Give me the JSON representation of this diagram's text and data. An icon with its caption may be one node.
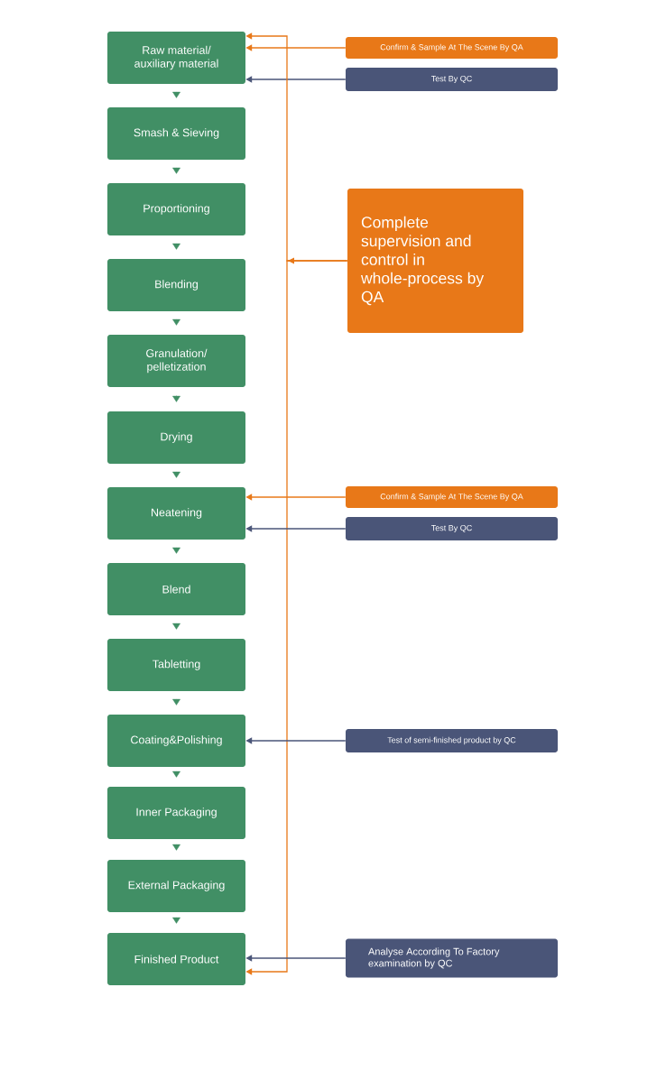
{
  "diagram": {
    "nodes": [
      {
        "text": [
          "Raw material/ auxiliary material"
        ]
      },
      {
        "text": [
          "Smash & Sieving"
        ]
      },
      {
        "text": [
          "Proportioning"
        ]
      },
      {
        "text": [
          "Blending"
        ]
      },
      {
        "text": [
          "Granulation/ pelletization"
        ]
      },
      {
        "text": [
          "Drying"
        ]
      },
      {
        "text": [
          "Neatening"
        ]
      },
      {
        "text": [
          "Blend"
        ]
      },
      {
        "text": [
          "Tabletting"
        ]
      },
      {
        "text": [
          "Coating&Polishing"
        ]
      },
      {
        "text": [
          "Inner Packaging"
        ]
      },
      {
        "text": [
          "External Packaging"
        ]
      },
      {
        "text": [
          "Finished Product"
        ]
      },
      {
        "text": [
          "Confirm & Sample At The Scene By QA"
        ]
      },
      {
        "text": [
          "Test By QC"
        ]
      },
      {
        "text": [
          "Complete supervision and control in whole-process by QA"
        ]
      },
      {
        "text": [
          "Confirm & Sample At The Scene By QA"
        ]
      },
      {
        "text": [
          "Test By QC"
        ]
      },
      {
        "text": [
          "Test of semi-finished product by QC"
        ]
      },
      {
        "text": [
          "Analyse According To Factory examination by QC"
        ]
      }
    ],
    "edges": [
      {
        "from": 0,
        "to": 1,
        "arrow": "to",
        "color": "#418f65"
      },
      {
        "from": 1,
        "to": 2,
        "arrow": "to",
        "color": "#418f65"
      },
      {
        "from": 2,
        "to": 3,
        "arrow": "to",
        "color": "#418f65"
      },
      {
        "from": 3,
        "to": 4,
        "arrow": "to",
        "color": "#418f65"
      },
      {
        "from": 4,
        "to": 5,
        "arrow": "to",
        "color": "#418f65"
      },
      {
        "from": 5,
        "to": 6,
        "arrow": "to",
        "color": "#418f65"
      },
      {
        "from": 6,
        "to": 7,
        "arrow": "to",
        "color": "#418f65"
      },
      {
        "from": 7,
        "to": 8,
        "arrow": "to",
        "color": "#418f65"
      },
      {
        "from": 8,
        "to": 9,
        "arrow": "to",
        "color": "#418f65"
      },
      {
        "from": 9,
        "to": 10,
        "arrow": "to",
        "color": "#418f65"
      },
      {
        "from": 10,
        "to": 11,
        "arrow": "to",
        "color": "#418f65"
      },
      {
        "from": 11,
        "to": 12,
        "arrow": "to",
        "color": "#418f65"
      },
      {
        "from": 13,
        "to": 0,
        "arrow": "to",
        "color": "#e87818"
      },
      {
        "from": 14,
        "to": 0,
        "arrow": "to"
      },
      {
        "from": 15,
        "to": 0,
        "arrow": "to",
        "color": "#e87818"
      },
      {
        "from": 15,
        "to": 12,
        "arrow": "to",
        "color": "#e87818"
      },
      {
        "from": 16,
        "to": 6,
        "arrow": "to",
        "color": "#e87818"
      },
      {
        "from": 17,
        "to": 6,
        "arrow": "to"
      },
      {
        "from": 18,
        "to": 9,
        "arrow": "to"
      },
      {
        "from": 19,
        "to": 12,
        "arrow": "to"
      }
    ]
  }
}
